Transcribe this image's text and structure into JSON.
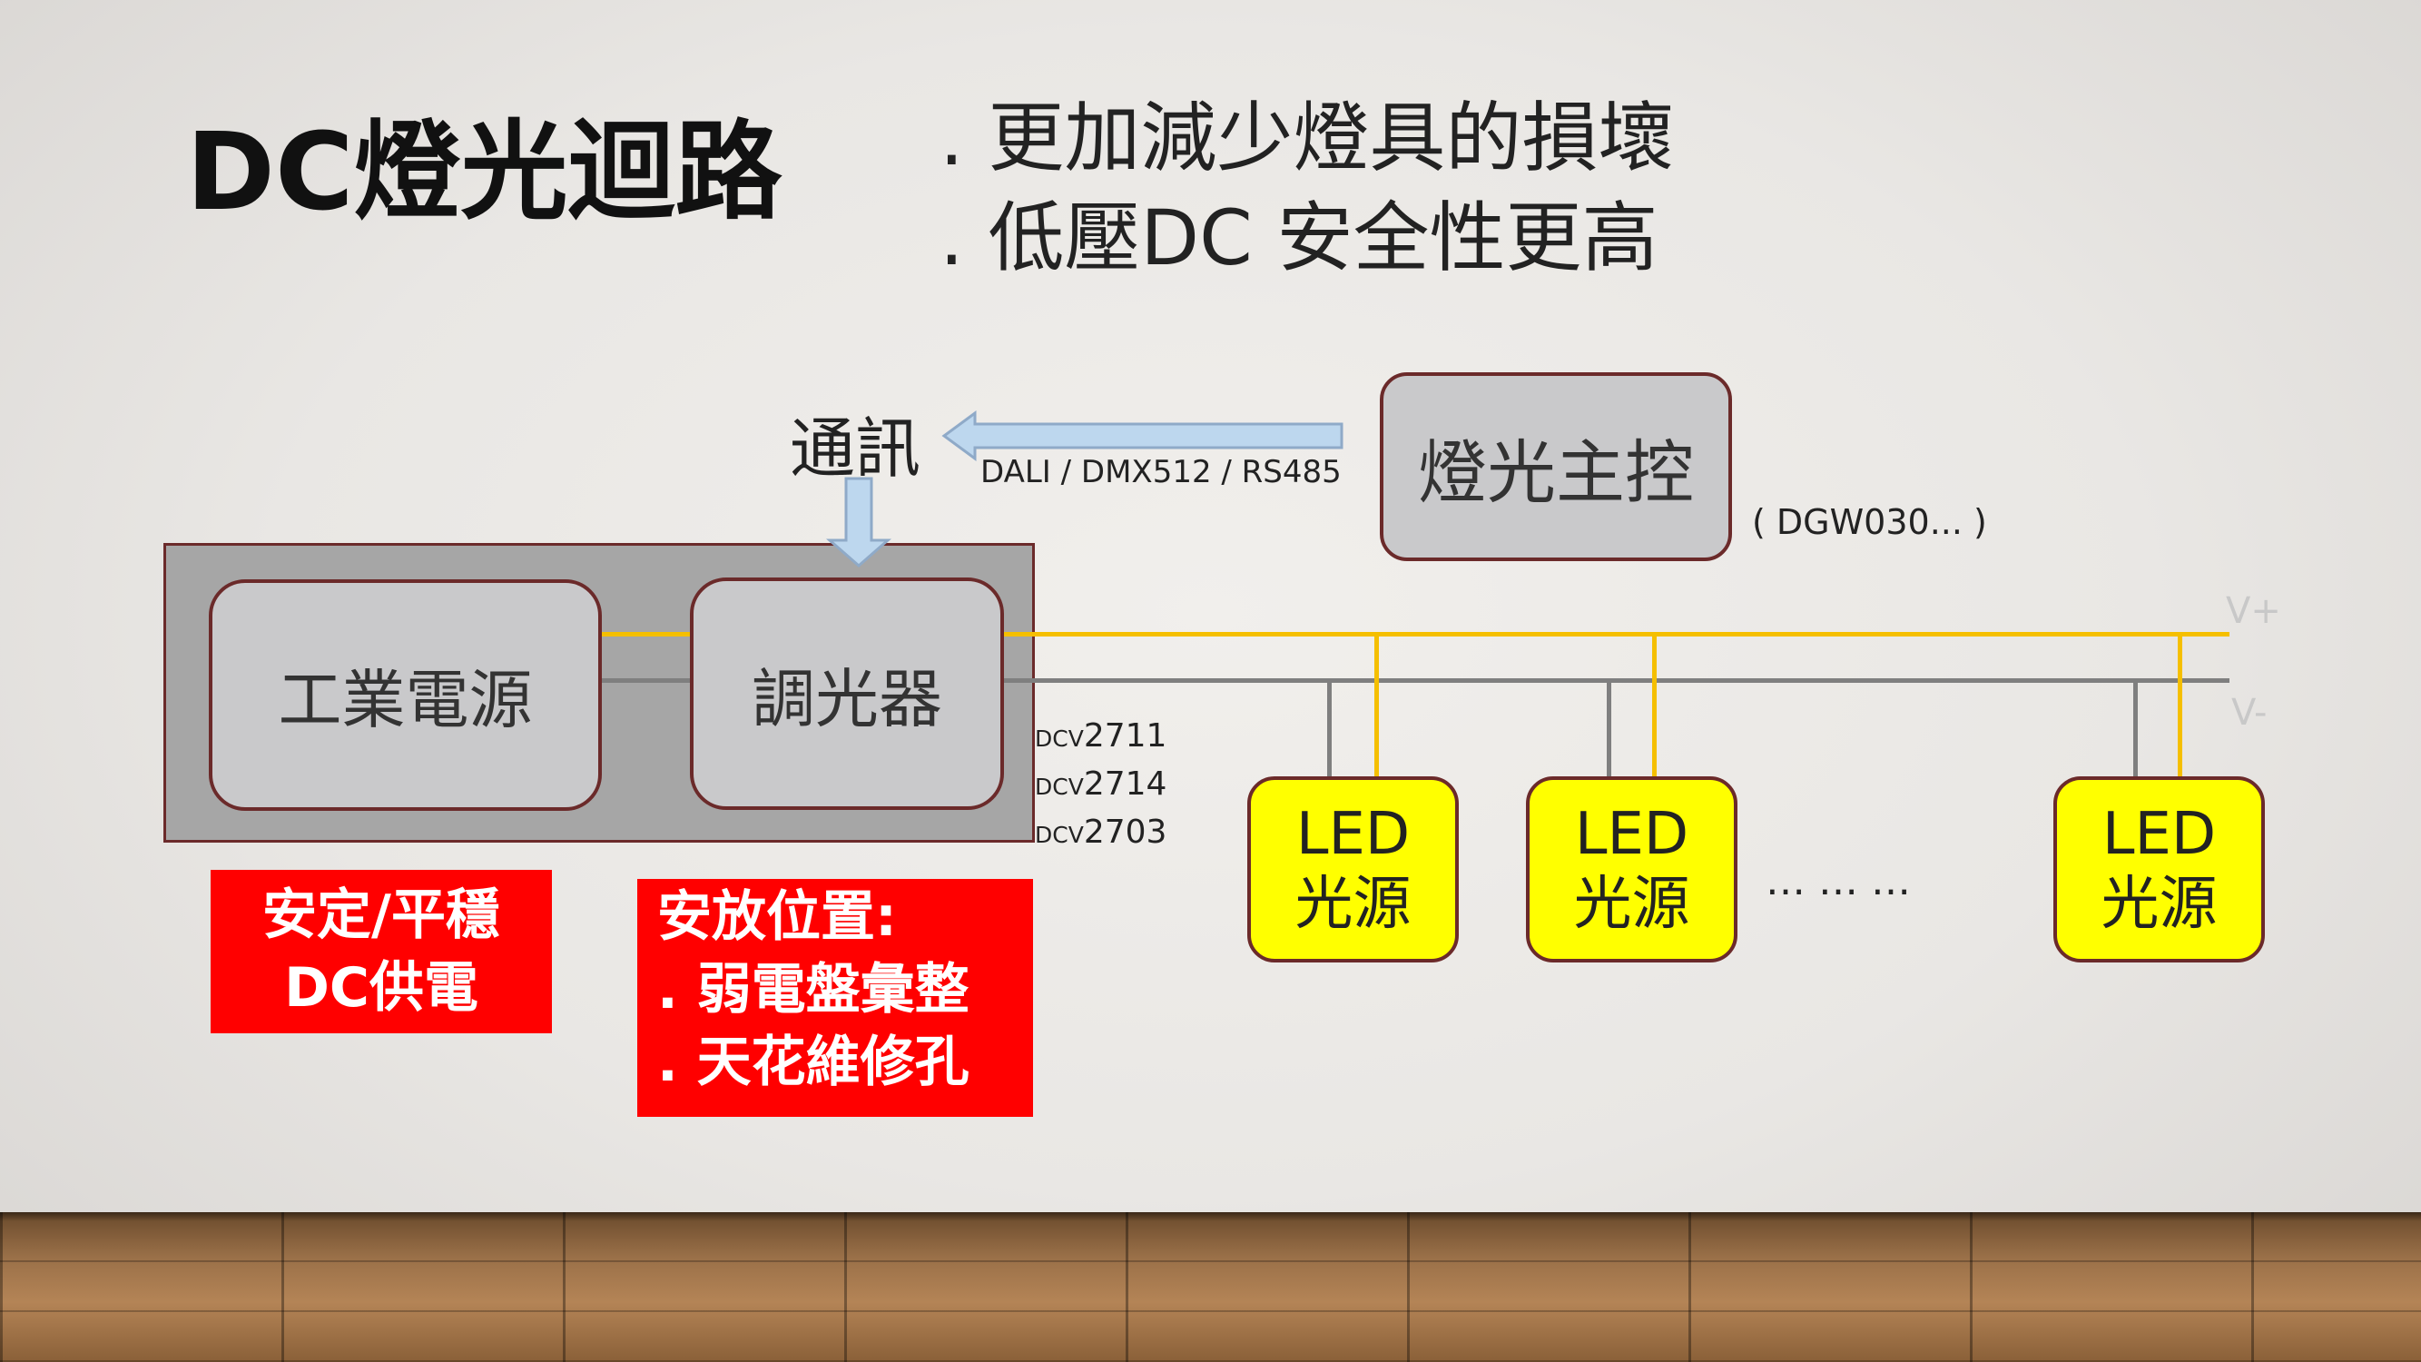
{
  "title": "DC燈光迴路",
  "bullets": [
    ". 更加減少燈具的損壞",
    ". 低壓DC 安全性更高"
  ],
  "comm": {
    "label": "通訊",
    "protocol": "DALI / DMX512 / RS485"
  },
  "controller": {
    "label": "燈光主控",
    "model": "( DGW030... )"
  },
  "power_supply": {
    "label": "工業電源"
  },
  "dimmer": {
    "label": "調光器",
    "models": [
      {
        "prefix": "DCV",
        "number": "2711"
      },
      {
        "prefix": "DCV",
        "number": "2714"
      },
      {
        "prefix": "DCV",
        "number": "2703"
      }
    ]
  },
  "bus": {
    "positive": "V+",
    "negative": "V-"
  },
  "leds": [
    {
      "line1": "LED",
      "line2": "光源"
    },
    {
      "line1": "LED",
      "line2": "光源"
    },
    {
      "line1": "LED",
      "line2": "光源"
    }
  ],
  "ellipsis": "… … …",
  "notes": {
    "stable": {
      "line1": "安定/平穩",
      "line2": "DC供電"
    },
    "placement": {
      "line1": "安放位置:",
      "line2": ". 弱電盤彙整",
      "line3": ". 天花維修孔"
    }
  },
  "colors": {
    "positive_bus": "#f5bf00",
    "negative_bus": "#7f7f7f",
    "led_fill": "#ffff00",
    "note_fill": "#ff0000",
    "arrow_fill": "#bdd7ee",
    "arrow_stroke": "#8faac8"
  }
}
